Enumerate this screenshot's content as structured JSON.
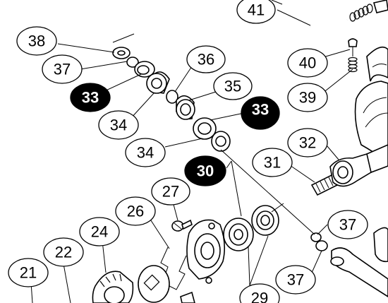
{
  "callouts": [
    {
      "id": "c41",
      "label": "41",
      "style": "outline"
    },
    {
      "id": "c38",
      "label": "38",
      "style": "outline"
    },
    {
      "id": "c37a",
      "label": "37",
      "style": "outline"
    },
    {
      "id": "c33a",
      "label": "33",
      "style": "filled"
    },
    {
      "id": "c36",
      "label": "36",
      "style": "outline"
    },
    {
      "id": "c35",
      "label": "35",
      "style": "outline"
    },
    {
      "id": "c34a",
      "label": "34",
      "style": "outline"
    },
    {
      "id": "c33b",
      "label": "33",
      "style": "filled"
    },
    {
      "id": "c34b",
      "label": "34",
      "style": "outline"
    },
    {
      "id": "c40",
      "label": "40",
      "style": "outline"
    },
    {
      "id": "c39",
      "label": "39",
      "style": "outline"
    },
    {
      "id": "c32",
      "label": "32",
      "style": "outline"
    },
    {
      "id": "c31",
      "label": "31",
      "style": "outline"
    },
    {
      "id": "c30",
      "label": "30",
      "style": "filled"
    },
    {
      "id": "c27",
      "label": "27",
      "style": "outline"
    },
    {
      "id": "c26",
      "label": "26",
      "style": "outline"
    },
    {
      "id": "c24",
      "label": "24",
      "style": "outline"
    },
    {
      "id": "c22",
      "label": "22",
      "style": "outline"
    },
    {
      "id": "c21",
      "label": "21",
      "style": "outline"
    },
    {
      "id": "c37b",
      "label": "37",
      "style": "outline"
    },
    {
      "id": "c37c",
      "label": "37",
      "style": "outline"
    },
    {
      "id": "c29",
      "label": "29",
      "style": "outline"
    }
  ]
}
